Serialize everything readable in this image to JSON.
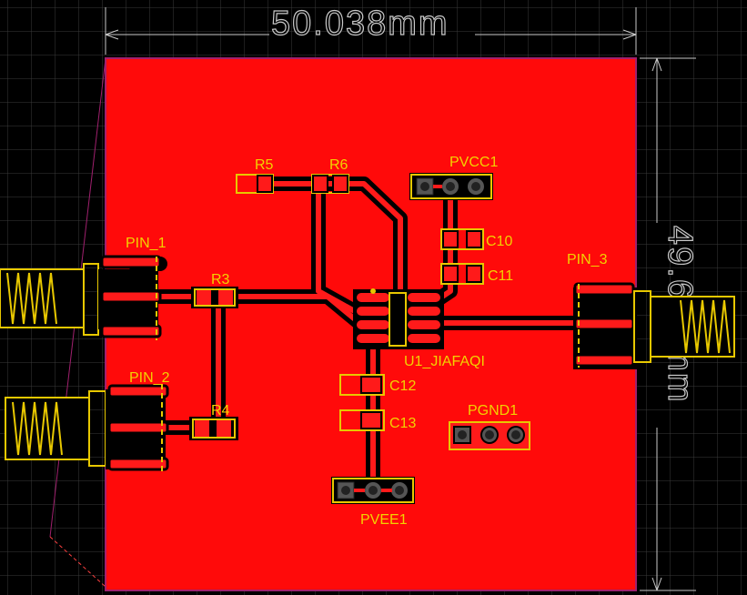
{
  "colors": {
    "background": "#000000",
    "copper_top": "#ff0a0a",
    "silkscreen": "#f2d200",
    "board_outline": "#a0206e",
    "dimension": "#c8c8c8"
  },
  "dimensions": {
    "width": "50.038mm",
    "height": "49.657mm"
  },
  "components": {
    "pin1": "PIN_1",
    "pin2": "PIN_2",
    "pin3": "PIN_3",
    "r3": "R3",
    "r4": "R4",
    "r5": "R5",
    "r6": "R6",
    "c10": "C10",
    "c11": "C11",
    "c12": "C12",
    "c13": "C13",
    "u1": "U1_JIAFAQI",
    "pvcc1": "PVCC1",
    "pvee1": "PVEE1",
    "pgnd1": "PGND1"
  }
}
